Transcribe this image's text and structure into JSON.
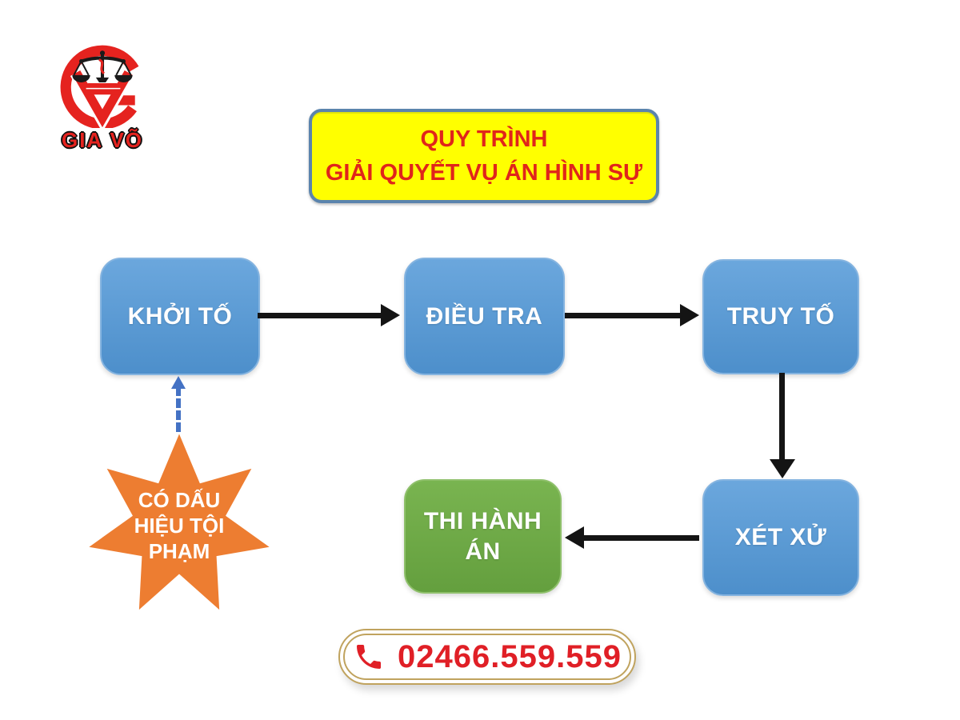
{
  "logo": {
    "brand": "GIA VÕ",
    "icon": "scales-of-justice-icon"
  },
  "title": {
    "line1": "QUY TRÌNH",
    "line2": "GIẢI QUYẾT VỤ ÁN HÌNH SỰ"
  },
  "steps": {
    "khoi_to": {
      "label": "KHỞI TỐ"
    },
    "dieu_tra": {
      "label": "ĐIỀU TRA"
    },
    "truy_to": {
      "label": "TRUY TỐ"
    },
    "xet_xu": {
      "label": "XÉT XỬ"
    },
    "thi_hanh_an": {
      "label": "THI HÀNH ÁN"
    }
  },
  "trigger": {
    "line1": "CÓ DẤU",
    "line2": "HIỆU TỘI",
    "line3": "PHẠM"
  },
  "contact": {
    "phone": "02466.559.559",
    "icon": "phone-handset-icon"
  },
  "colors": {
    "process_box_blue": "#5b9bd5",
    "execution_box_green": "#6caa47",
    "starburst_orange": "#ed7d31",
    "title_fill_yellow": "#ffff00",
    "title_border_blue": "#5b84ad",
    "title_text_red": "#e0251b",
    "arrow_black": "#141414",
    "dashed_arrow_blue": "#4472c4",
    "phone_border_gold": "#c0a35e",
    "phone_text_red": "#e01f26",
    "logo_red": "#e5231f"
  }
}
